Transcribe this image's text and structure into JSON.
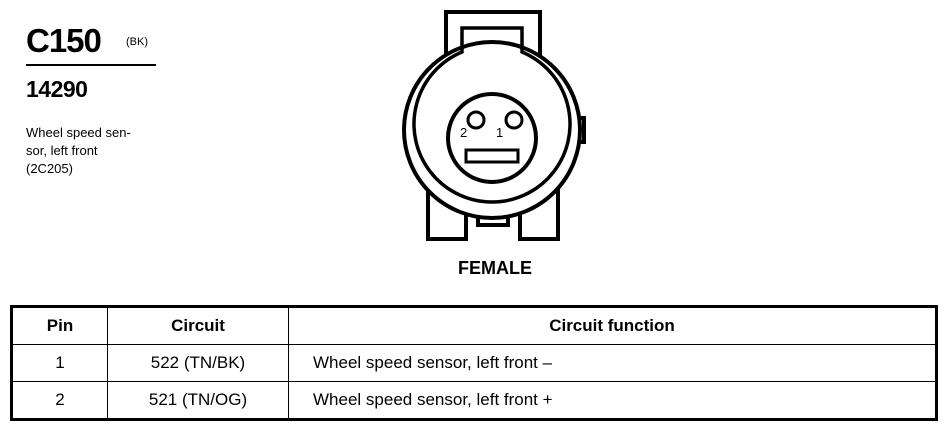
{
  "connector": {
    "id": "C150",
    "color": "(BK)",
    "part_number": "14290",
    "description_lines": [
      "Wheel speed sen-",
      "sor, left front",
      "(2C205)"
    ]
  },
  "diagram": {
    "pin_labels": [
      "2",
      "1"
    ],
    "gender": "FEMALE"
  },
  "table": {
    "headers": [
      "Pin",
      "Circuit",
      "Circuit function"
    ],
    "rows": [
      {
        "pin": "1",
        "circuit": "522 (TN/BK)",
        "function": "Wheel speed sensor, left front  –"
      },
      {
        "pin": "2",
        "circuit": "521 (TN/OG)",
        "function": "Wheel speed sensor, left front  +"
      }
    ]
  }
}
